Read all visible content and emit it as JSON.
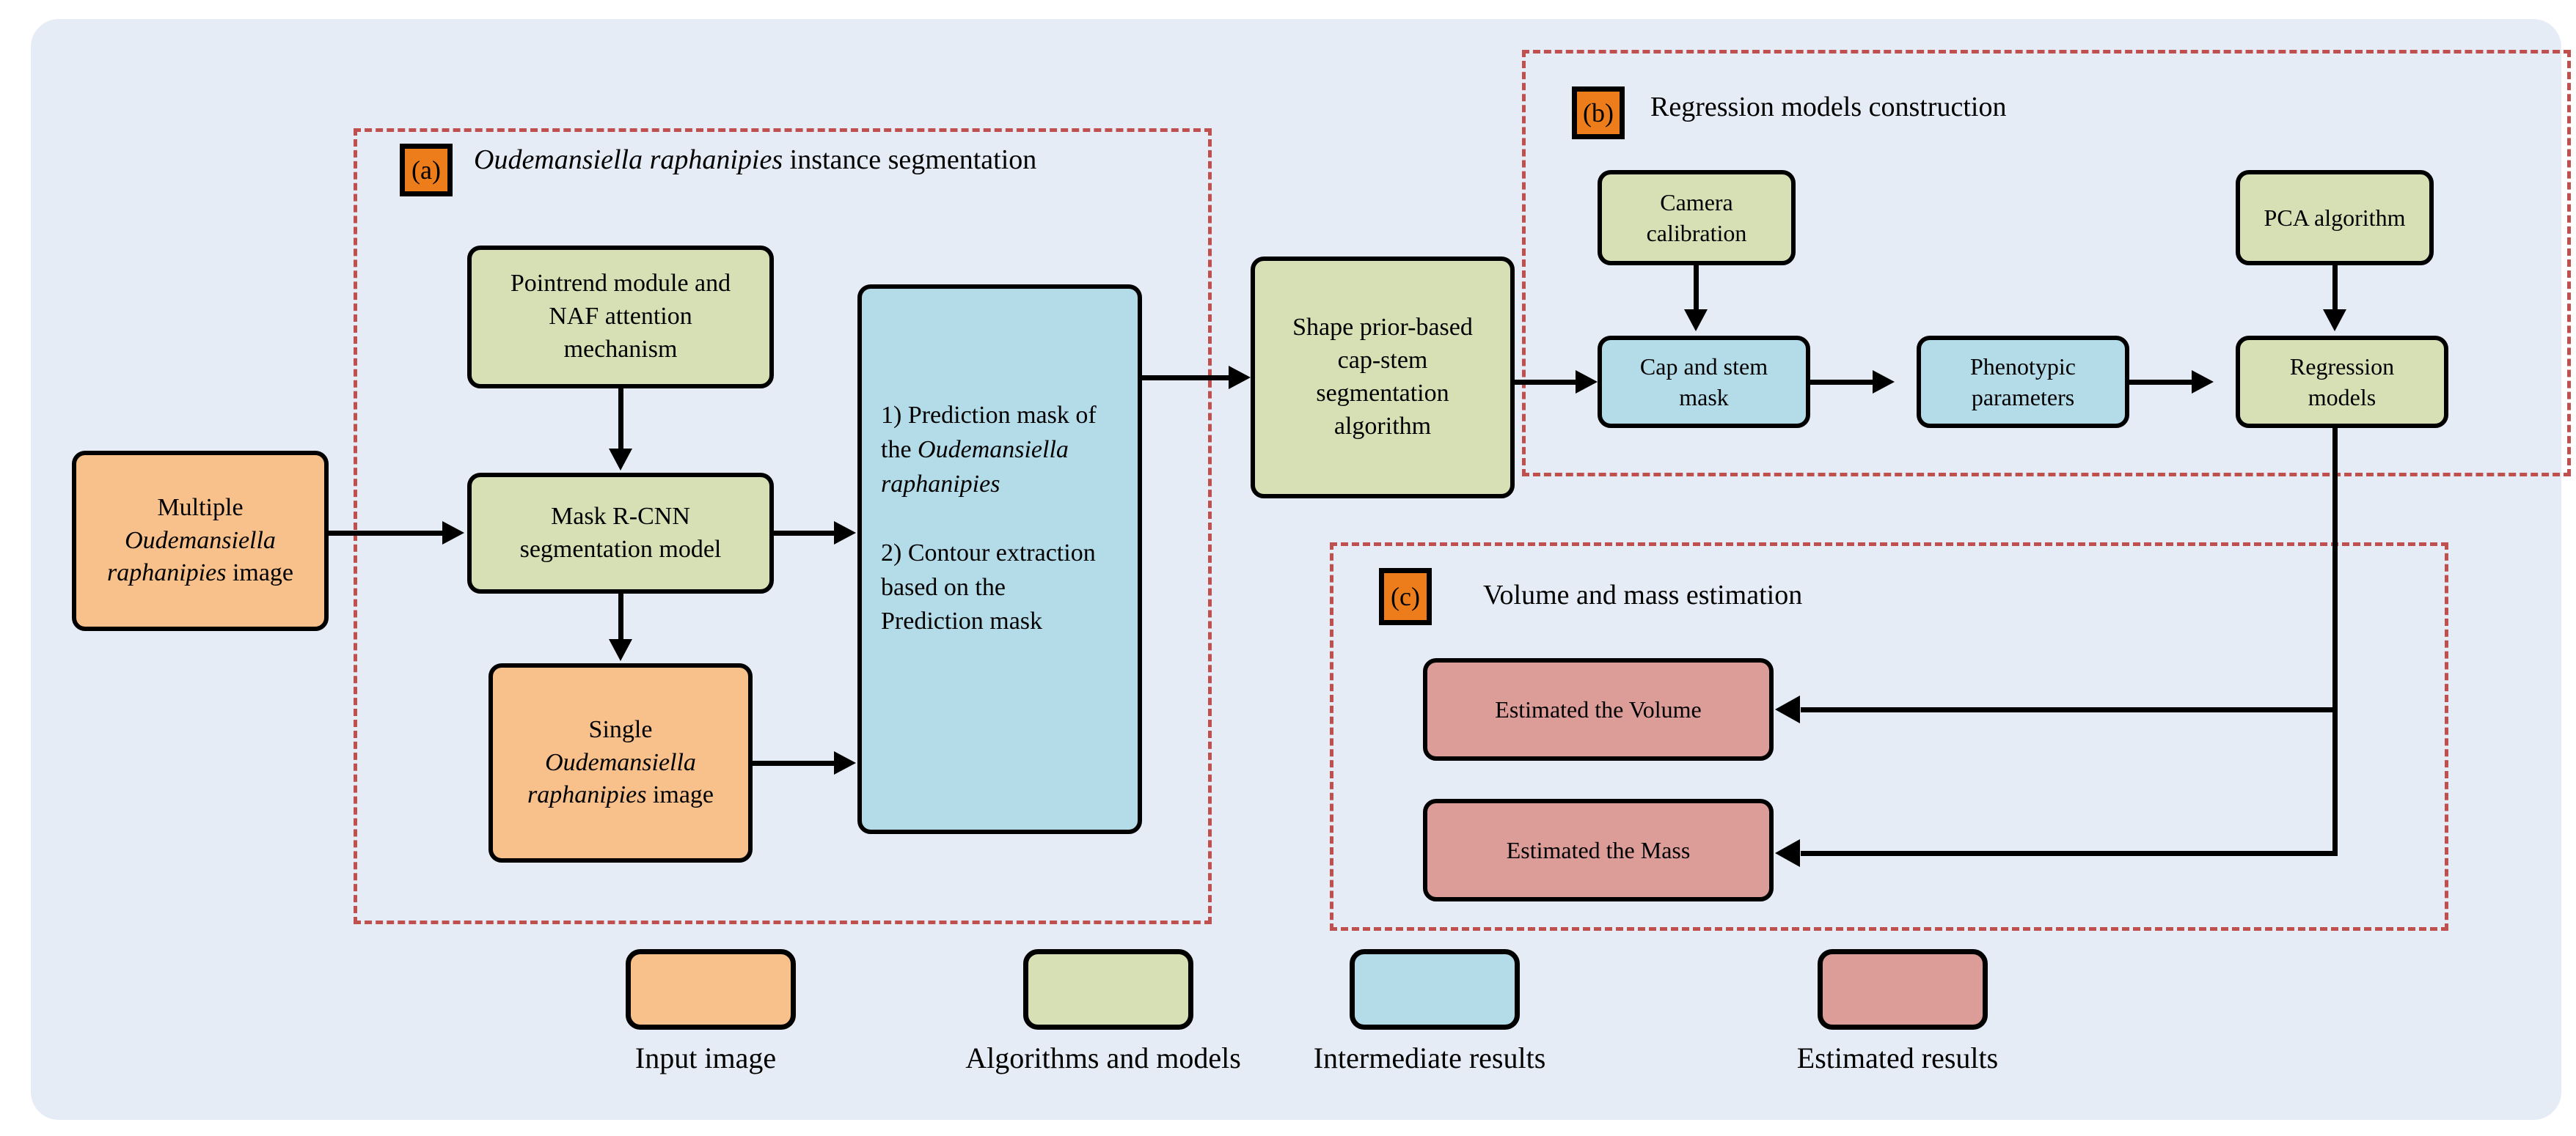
{
  "figure": {
    "background_color": "#e6ecf6",
    "dashed_border_color": "#c0504d",
    "tag_color": "#ed7d1b"
  },
  "palette": {
    "input_image": "#f8c08a",
    "algorithms_and_models": "#d7e0b5",
    "intermediate_results": "#b3dbe8",
    "estimated_results": "#dc9c98"
  },
  "panels": [
    {
      "tag": "(a)",
      "title_prefix": "",
      "title_italic": "Oudemansiella raphanipies",
      "title_suffix": " instance segmentation"
    },
    {
      "tag": "(b)",
      "title_prefix": "Regression models construction",
      "title_italic": "",
      "title_suffix": ""
    },
    {
      "tag": "(c)",
      "title_prefix": "Volume and mass estimation",
      "title_italic": "",
      "title_suffix": ""
    }
  ],
  "nodes": {
    "multiple_image": {
      "line1": "Multiple",
      "line2_italic": "Oudemansiella",
      "line3_italic": "raphanipies",
      "line3_tail": " image"
    },
    "pointrend": {
      "line1": "Pointrend module and",
      "line2": "NAF attention",
      "line3": "mechanism"
    },
    "mask_rcnn": {
      "line1": "Mask R-CNN",
      "line2": "segmentation model"
    },
    "single_image": {
      "line1": "Single",
      "line2_italic": "Oudemansiella",
      "line3_italic": "raphanipies",
      "line3_tail": " image"
    },
    "prediction_panel": {
      "item1_head": "1) Prediction mask of",
      "item1_mid": "the ",
      "item1_italic": "Oudemansiella",
      "item1_italic2": "raphanipies",
      "item2_line1": "2) Contour extraction",
      "item2_line2": "based on the",
      "item2_line3": "Prediction mask"
    },
    "shape_prior": {
      "line1": "Shape prior-based",
      "line2": "cap-stem",
      "line3": "segmentation",
      "line4": "algorithm"
    },
    "camera_calibration": {
      "line1": "Camera",
      "line2": "calibration"
    },
    "pca_algorithm": {
      "line1": "PCA algorithm"
    },
    "cap_stem_mask": {
      "line1": "Cap and stem",
      "line2": "mask"
    },
    "phenotypic_parameters": {
      "line1": "Phenotypic",
      "line2": "parameters"
    },
    "regression_models": {
      "line1": "Regression",
      "line2": "models"
    },
    "estimated_volume": {
      "line1": "Estimated the Volume"
    },
    "estimated_mass": {
      "line1": "Estimated the Mass"
    }
  },
  "legend": {
    "items": [
      {
        "label": "Input image",
        "color": "#f8c08a"
      },
      {
        "label": "Algorithms and models",
        "color": "#d7e0b5"
      },
      {
        "label": "Intermediate results",
        "color": "#b3dbe8"
      },
      {
        "label": "Estimated results",
        "color": "#dc9c98"
      }
    ]
  }
}
